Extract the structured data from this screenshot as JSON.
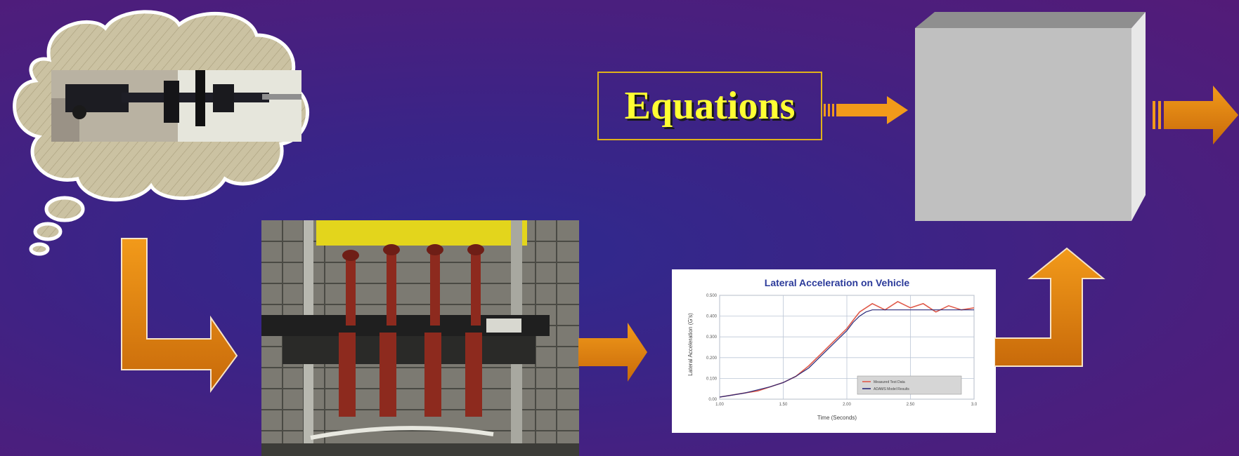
{
  "equations": {
    "label": "Equations"
  },
  "colors": {
    "arrow": "#e38a10",
    "equations_border": "#e0b21a",
    "equations_text": "#ffff33",
    "model_box": "#c0c0c0"
  },
  "icons": {
    "thought_cloud": "thought-cloud-icon",
    "model_box": "gray-box-3d-icon",
    "arrows": "orange-arrow-icon"
  },
  "chart_data": {
    "type": "line",
    "title": "Lateral Acceleration on Vehicle",
    "xlabel": "Time (Seconds)",
    "ylabel": "Lateral Acceleration (G's)",
    "xlim": [
      1.0,
      3.0
    ],
    "ylim": [
      0,
      0.5
    ],
    "x_ticks": [
      "1.00",
      "1.50",
      "2.00",
      "2.50",
      "3.0"
    ],
    "y_ticks": [
      "0.00",
      "0.100",
      "0.200",
      "0.300",
      "0.400",
      "0.500"
    ],
    "legend": [
      "Measured Test Data",
      "ADAMS Model Results"
    ],
    "series": [
      {
        "name": "Measured Test Data",
        "color": "#e05a4a",
        "x": [
          1.0,
          1.1,
          1.2,
          1.3,
          1.4,
          1.5,
          1.6,
          1.7,
          1.8,
          1.9,
          2.0,
          2.05,
          2.1,
          2.15,
          2.2,
          2.3,
          2.4,
          2.5,
          2.6,
          2.7,
          2.8,
          2.9,
          3.0
        ],
        "values": [
          0.01,
          0.02,
          0.03,
          0.04,
          0.06,
          0.08,
          0.11,
          0.16,
          0.22,
          0.28,
          0.34,
          0.38,
          0.42,
          0.44,
          0.46,
          0.43,
          0.47,
          0.44,
          0.46,
          0.42,
          0.45,
          0.43,
          0.44
        ]
      },
      {
        "name": "ADAMS Model Results",
        "color": "#2b2b7a",
        "x": [
          1.0,
          1.1,
          1.2,
          1.3,
          1.4,
          1.5,
          1.6,
          1.7,
          1.8,
          1.9,
          2.0,
          2.05,
          2.1,
          2.15,
          2.2,
          2.3,
          2.4,
          2.5,
          2.6,
          2.7,
          2.8,
          2.9,
          3.0
        ],
        "values": [
          0.01,
          0.02,
          0.03,
          0.045,
          0.06,
          0.08,
          0.11,
          0.15,
          0.21,
          0.27,
          0.33,
          0.37,
          0.4,
          0.42,
          0.43,
          0.43,
          0.43,
          0.43,
          0.43,
          0.43,
          0.43,
          0.43,
          0.43
        ]
      }
    ]
  }
}
